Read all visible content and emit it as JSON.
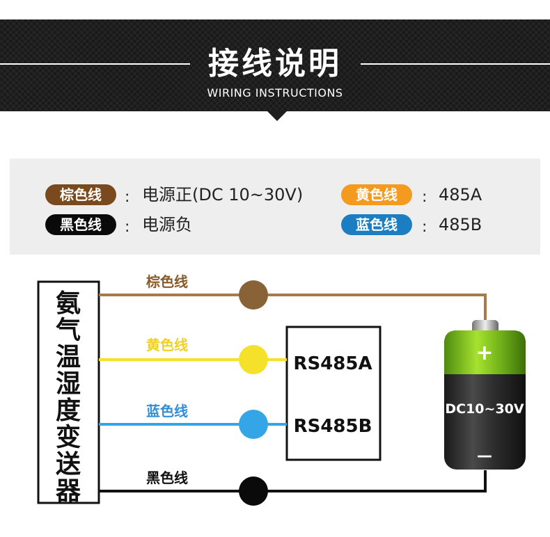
{
  "header": {
    "title": "接线说明",
    "subtitle": "WIRING INSTRUCTIONS"
  },
  "legend": {
    "separator": ":",
    "items": [
      {
        "wire": "棕色线",
        "meaning": "电源正(DC 10~30V)",
        "color": "#7a4a1e"
      },
      {
        "wire": "黑色线",
        "meaning": "电源负",
        "color": "#0a0a0a"
      },
      {
        "wire": "黄色线",
        "meaning": "485A",
        "color": "#f39a1f"
      },
      {
        "wire": "蓝色线",
        "meaning": "485B",
        "color": "#1b7ec2"
      }
    ]
  },
  "diagram": {
    "device_label_chars": [
      "氨",
      "气",
      "温",
      "湿",
      "度",
      "变",
      "送",
      "器"
    ],
    "wires": [
      {
        "label": "棕色线",
        "color": "#a87a4a",
        "label_color": "#8a5a2b"
      },
      {
        "label": "黄色线",
        "color": "#f5e02a",
        "label_color": "#f0d020"
      },
      {
        "label": "蓝色线",
        "color": "#34a6e8",
        "label_color": "#2f8fd8"
      },
      {
        "label": "黑色线",
        "color": "#111111",
        "label_color": "#111111"
      }
    ],
    "rs485_terminals": [
      "RS485A",
      "RS485B"
    ],
    "battery": {
      "plus": "+",
      "voltage": "DC10~30V",
      "minus": "—"
    }
  }
}
